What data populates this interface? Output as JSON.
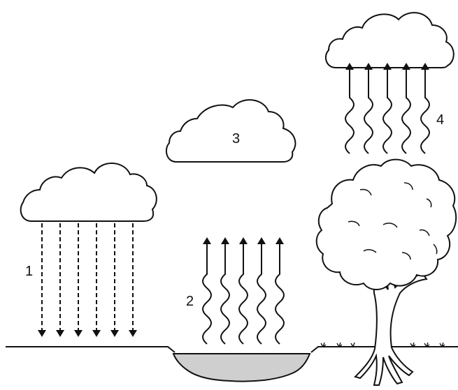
{
  "labels": {
    "precipitation": "1",
    "evaporation": "2",
    "condensation": "3",
    "transpiration": "4"
  },
  "colors": {
    "ink": "#111111",
    "water": "#cfcfcf",
    "background": "#ffffff"
  }
}
